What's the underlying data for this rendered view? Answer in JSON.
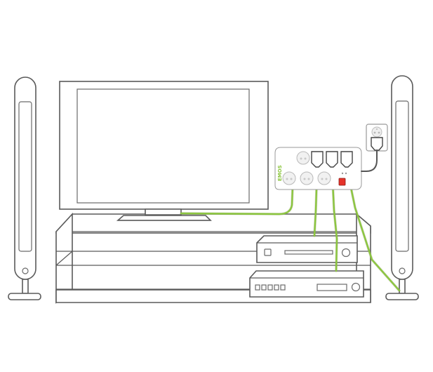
{
  "scene": {
    "equipment": [
      "left-speaker",
      "flat-screen-tv",
      "power-strip",
      "wall-socket",
      "right-speaker",
      "tv-stand",
      "dvd-player",
      "av-receiver"
    ]
  },
  "power_strip": {
    "brand": "EMOS",
    "switch_state": "on"
  },
  "colors": {
    "cable": "#8cc63f",
    "outline": "#5a5a5a",
    "switch": "#e5332a",
    "brand": "#8cc63f",
    "background": "#ffffff"
  },
  "icons": {
    "wall_socket": "wall-socket-icon",
    "plug": "plug-icon",
    "switch": "power-switch-icon"
  }
}
